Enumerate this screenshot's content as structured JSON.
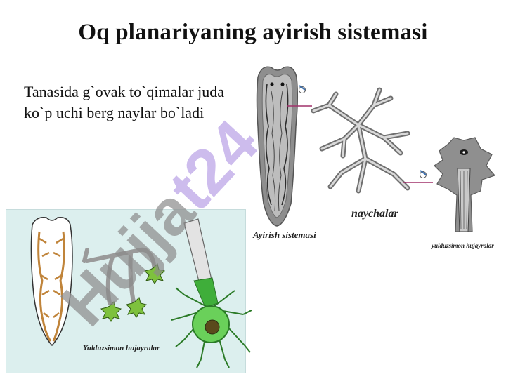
{
  "slide": {
    "title": "Oq planariyaning ayirish sistemasi",
    "description_line1": "Tanasida g`ovak to`qimalar juda",
    "description_line2": "ko`p uchi berg naylar bo`ladi"
  },
  "figures": {
    "excretory_caption": "Ayirish sistemasi",
    "tubules_caption": "naychalar",
    "star_cells_caption_small": "yulduzsimon hujayralar",
    "star_cells_caption_panel": "Yulduzsimon hujayralar"
  },
  "watermark": {
    "text": "Hujjat24",
    "grey": "#8a8a8a",
    "violet": "#b8a0e6"
  }
}
